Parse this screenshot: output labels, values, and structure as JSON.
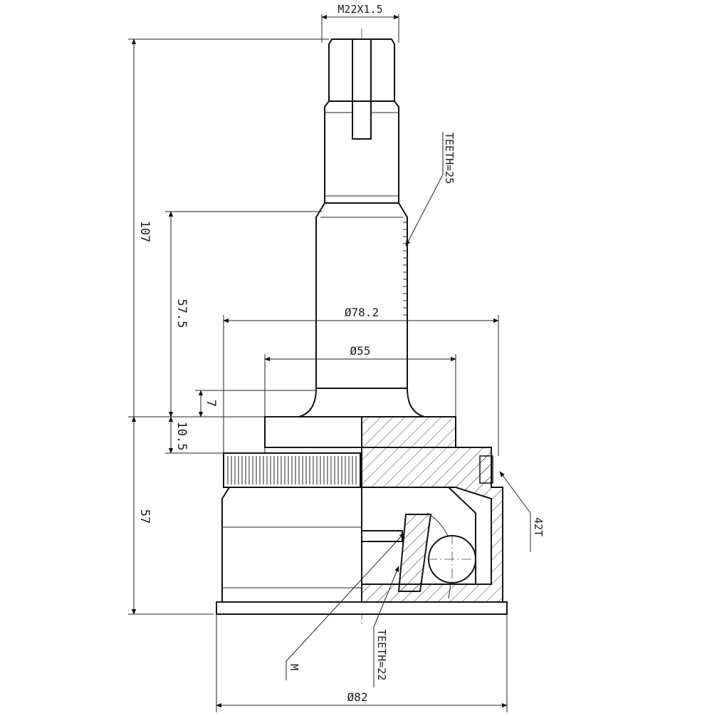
{
  "drawing": {
    "thread_label": "M22X1.5",
    "teeth_upper": "TEETH=25",
    "teeth_lower": "TEETH=22",
    "abs_ring_label": "42T",
    "mark_label": "M",
    "dimensions": {
      "overall_length": "107",
      "shaft_length": "57.5",
      "seat_step": "7",
      "flange_height": "10.5",
      "body_height": "57",
      "abs_ring_diameter": "Ø78.2",
      "seat_diameter": "Ø55",
      "body_diameter": "Ø82"
    }
  },
  "colors": {
    "line": "#111111",
    "background": "#ffffff"
  }
}
